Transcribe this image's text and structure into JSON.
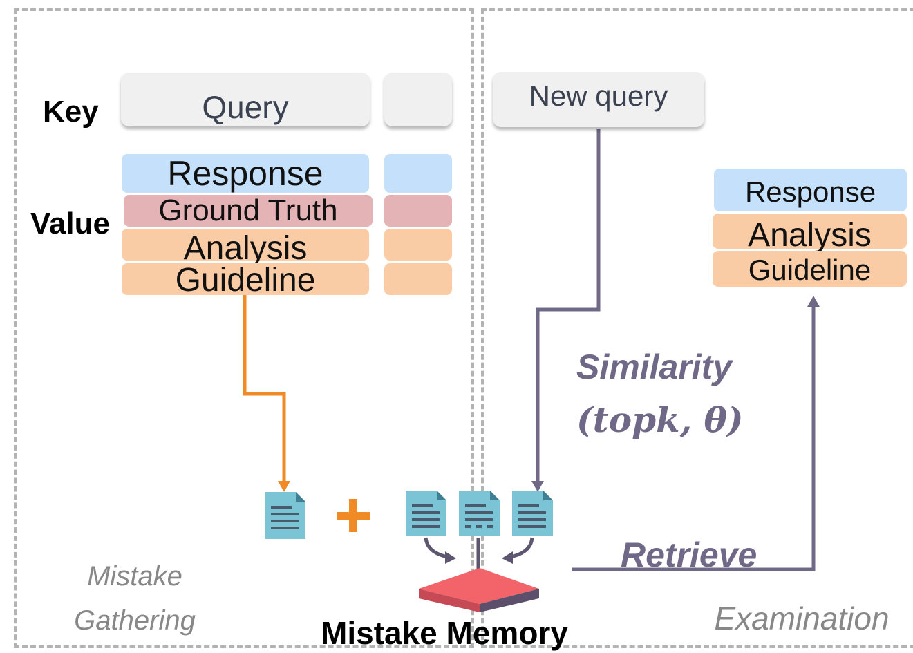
{
  "gathering": {
    "key_label": "Key",
    "value_label": "Value",
    "query": "Query",
    "response": "Response",
    "ground_truth": "Ground Truth",
    "analysis": "Analysis",
    "guideline": "Guideline",
    "phase_line1": "Mistake",
    "phase_line2": "Gathering",
    "plus_icon": "plus-icon"
  },
  "examination": {
    "new_query": "New query",
    "similarity": "Similarity",
    "similarity_params": "(topk, θ)",
    "retrieve": "Retrieve",
    "response": "Response",
    "analysis": "Analysis",
    "guideline": "Guideline",
    "phase": "Examination"
  },
  "memory": {
    "label": "Mistake Memory",
    "icon": "database-stack-icon"
  },
  "colors": {
    "response": "#c4e0fa",
    "ground_truth": "#e4b3b5",
    "analysis_guideline": "#f9cca6",
    "orange_flow": "#f08a24",
    "purple_flow": "#6f6887",
    "document_icon": "#7ac4d6",
    "memory_block": "#f2636a"
  }
}
